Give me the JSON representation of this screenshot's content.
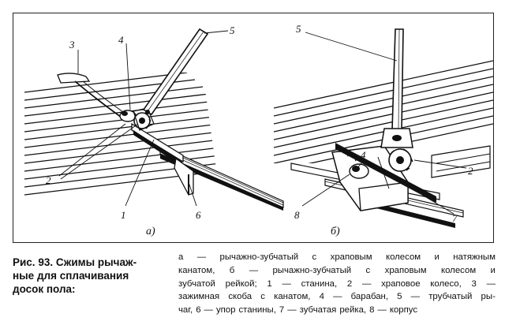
{
  "figure": {
    "panel_a": {
      "label": "а)",
      "callouts": {
        "c1": "1",
        "c2": "2",
        "c3": "3",
        "c4": "4",
        "c5": "5",
        "c6": "6"
      }
    },
    "panel_b": {
      "label": "б)",
      "callouts": {
        "c2": "2",
        "c4": "4",
        "c5": "5",
        "c7": "7",
        "c8": "8"
      }
    }
  },
  "caption": {
    "title_lines": [
      "Рис. 93. Сжимы рычаж-",
      "ные для сплачивания",
      "досок пола:"
    ],
    "legend_lines": [
      "а — рычажно-зубчатый с храповым колесом и натяжным",
      "канатом, б — рычажно-зубчатый с храповым колесом и",
      "зубчатой рейкой; 1 — станина, 2 — храповое колесо, 3 —",
      "зажимная скоба с канатом, 4 — барабан, 5 — трубчатый ры-",
      "чаг, 6 — упор станины, 7 — зубчатая рейка, 8 — корпус"
    ]
  }
}
